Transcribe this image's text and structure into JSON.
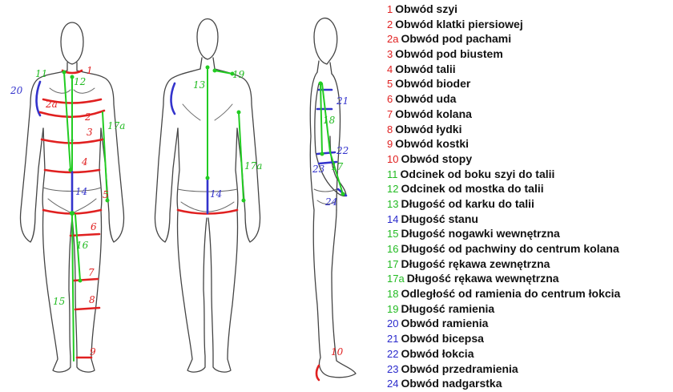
{
  "legend": [
    {
      "num": "1",
      "label": "Obwód szyi",
      "color": "red"
    },
    {
      "num": "2",
      "label": "Obwód klatki piersiowej",
      "color": "red"
    },
    {
      "num": "2a",
      "label": "Obwód pod pachami",
      "color": "red"
    },
    {
      "num": "3",
      "label": "Obwód pod biustem",
      "color": "red"
    },
    {
      "num": "4",
      "label": "Obwód talii",
      "color": "red"
    },
    {
      "num": "5",
      "label": "Obwód bioder",
      "color": "red"
    },
    {
      "num": "6",
      "label": "Obwód uda",
      "color": "red"
    },
    {
      "num": "7",
      "label": "Obwód kolana",
      "color": "red"
    },
    {
      "num": "8",
      "label": "Obwód łydki",
      "color": "red"
    },
    {
      "num": "9",
      "label": "Obwód kostki",
      "color": "red"
    },
    {
      "num": "10",
      "label": "Obwód stopy",
      "color": "red"
    },
    {
      "num": "11",
      "label": "Odcinek od boku szyi do talii",
      "color": "green"
    },
    {
      "num": "12",
      "label": "Odcinek od mostka do talii",
      "color": "green"
    },
    {
      "num": "13",
      "label": "Długość od karku do talii",
      "color": "green"
    },
    {
      "num": "14",
      "label": "Długość stanu",
      "color": "blue"
    },
    {
      "num": "15",
      "label": "Długość nogawki wewnętrzna",
      "color": "green"
    },
    {
      "num": "16",
      "label": "Długość od pachwiny do centrum kolana",
      "color": "green"
    },
    {
      "num": "17",
      "label": "Długość rękawa zewnętrzna",
      "color": "green"
    },
    {
      "num": "17a",
      "label": "Długość rękawa wewnętrzna",
      "color": "green"
    },
    {
      "num": "18",
      "label": "Odległość od ramienia do centrum łokcia",
      "color": "green"
    },
    {
      "num": "19",
      "label": "Długość ramienia",
      "color": "green"
    },
    {
      "num": "20",
      "label": "Obwód ramienia",
      "color": "blue"
    },
    {
      "num": "21",
      "label": "Obwód bicepsa",
      "color": "blue"
    },
    {
      "num": "22",
      "label": "Obwód łokcia",
      "color": "blue"
    },
    {
      "num": "23",
      "label": "Obwód przedramienia",
      "color": "blue"
    },
    {
      "num": "24",
      "label": "Obwód nadgarstka",
      "color": "blue"
    }
  ],
  "colors": {
    "red": "#e02020",
    "green": "#22bb22",
    "blue": "#2a2acc",
    "outline": "#444444"
  },
  "figure_labels": {
    "front": {
      "l1": "1",
      "l11": "11",
      "l12": "12",
      "l20": "20",
      "l2a": "2a",
      "l2": "2",
      "l3": "3",
      "l17a": "17a",
      "l4": "4",
      "l14": "14",
      "l5": "5",
      "l6": "6",
      "l16": "16",
      "l7": "7",
      "l8": "8",
      "l15": "15",
      "l9": "9"
    },
    "back": {
      "l13": "13",
      "l19": "19",
      "l17a": "17a",
      "l14": "14"
    },
    "side": {
      "l21": "21",
      "l18": "18",
      "l22": "22",
      "l23": "23",
      "l17": "17",
      "l24": "24",
      "l10": "10"
    }
  }
}
